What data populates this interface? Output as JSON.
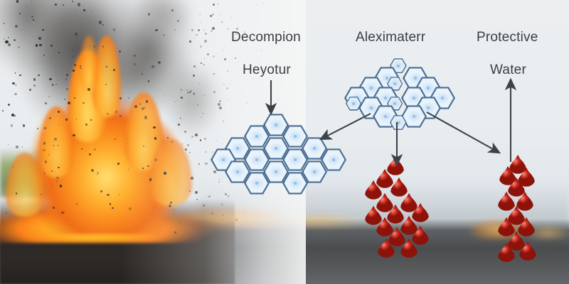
{
  "scene": {
    "title": "Fire suppression mechanism diagram",
    "background_photo": "burning-fire-with-black-smoke-on-asphalt",
    "panel_background_color": "#f4f4f3"
  },
  "labels": {
    "decompion": "Decompion",
    "heyotur": "Heyotur",
    "aleximaterr": "Aleximaterr",
    "protective": "Protective",
    "water": "Water"
  },
  "clusters": {
    "left_hex": {
      "name": "hexagon-cluster-left",
      "fill_color": "#dcebf8",
      "stroke_color": "#4a6e92",
      "count": 15
    },
    "center_hex": {
      "name": "hexagon-cluster-center",
      "fill_color": "#dcebf8",
      "stroke_color": "#4a6e92",
      "count": 17
    },
    "center_drops": {
      "name": "droplet-cluster-center",
      "color": "#c42a1d",
      "count": 15
    },
    "right_drops": {
      "name": "droplet-cluster-right",
      "color": "#c42a1d",
      "count": 12
    }
  },
  "arrows": [
    {
      "name": "arrow-heyotur-down",
      "direction": "down",
      "color": "#3c4348"
    },
    {
      "name": "arrow-center-to-left-hex",
      "direction": "down-left",
      "color": "#3c4348"
    },
    {
      "name": "arrow-center-down",
      "direction": "down",
      "color": "#3c4348"
    },
    {
      "name": "arrow-center-to-right",
      "direction": "down-right",
      "color": "#3c4348"
    },
    {
      "name": "arrow-water-up",
      "direction": "up",
      "color": "#3c4348"
    }
  ],
  "colors": {
    "flame_orange": "#f9901f",
    "flame_yellow": "#ffd24a",
    "smoke_gray": "#585654",
    "text": "#3a3f45",
    "hex_blue": "#dcebf8",
    "drop_red": "#c42a1d"
  }
}
